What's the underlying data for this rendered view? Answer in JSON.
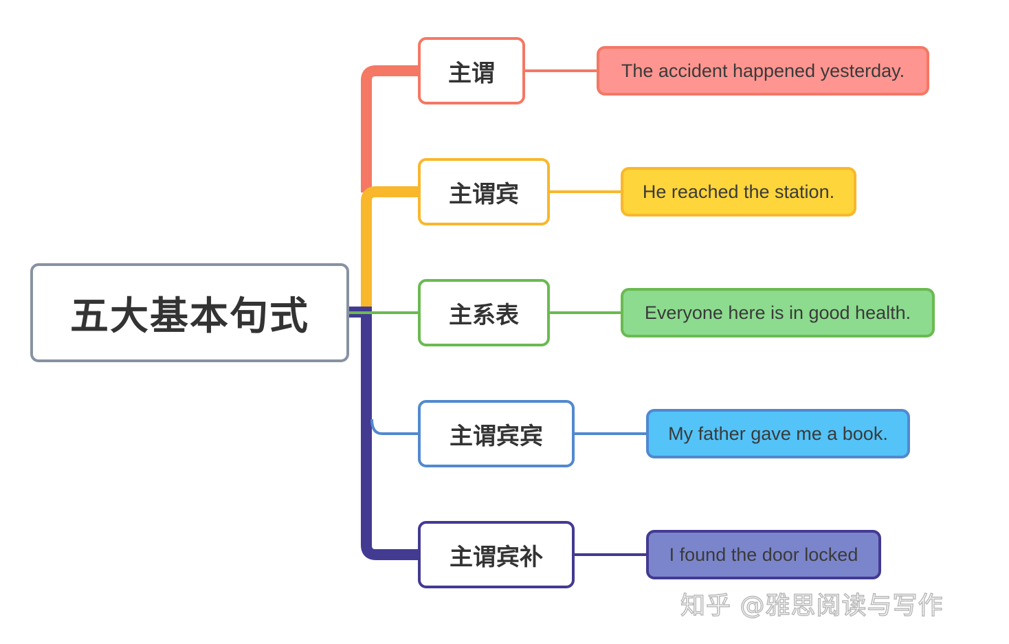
{
  "diagram": {
    "root": {
      "label": "五大基本句式",
      "border_color": "#8792a2"
    },
    "branches": [
      {
        "label": "主谓",
        "example": "The accident happened yesterday.",
        "line_color": "#f47864",
        "fill_color": "#fe9590"
      },
      {
        "label": "主谓宾",
        "example": "He reached the station.",
        "line_color": "#f9b72c",
        "fill_color": "#fed53a"
      },
      {
        "label": "主系表",
        "example": "Everyone here is in good health.",
        "line_color": "#6aba51",
        "fill_color": "#8cdb8e"
      },
      {
        "label": "主谓宾宾",
        "example": "My father gave me a book.",
        "line_color": "#5189cf",
        "fill_color": "#53c3f8"
      },
      {
        "label": "主谓宾补",
        "example": "I found the door locked",
        "line_color": "#433a92",
        "fill_color": "#7b85cb"
      }
    ]
  },
  "watermark": {
    "text": "知乎 @雅思阅读与写作"
  }
}
